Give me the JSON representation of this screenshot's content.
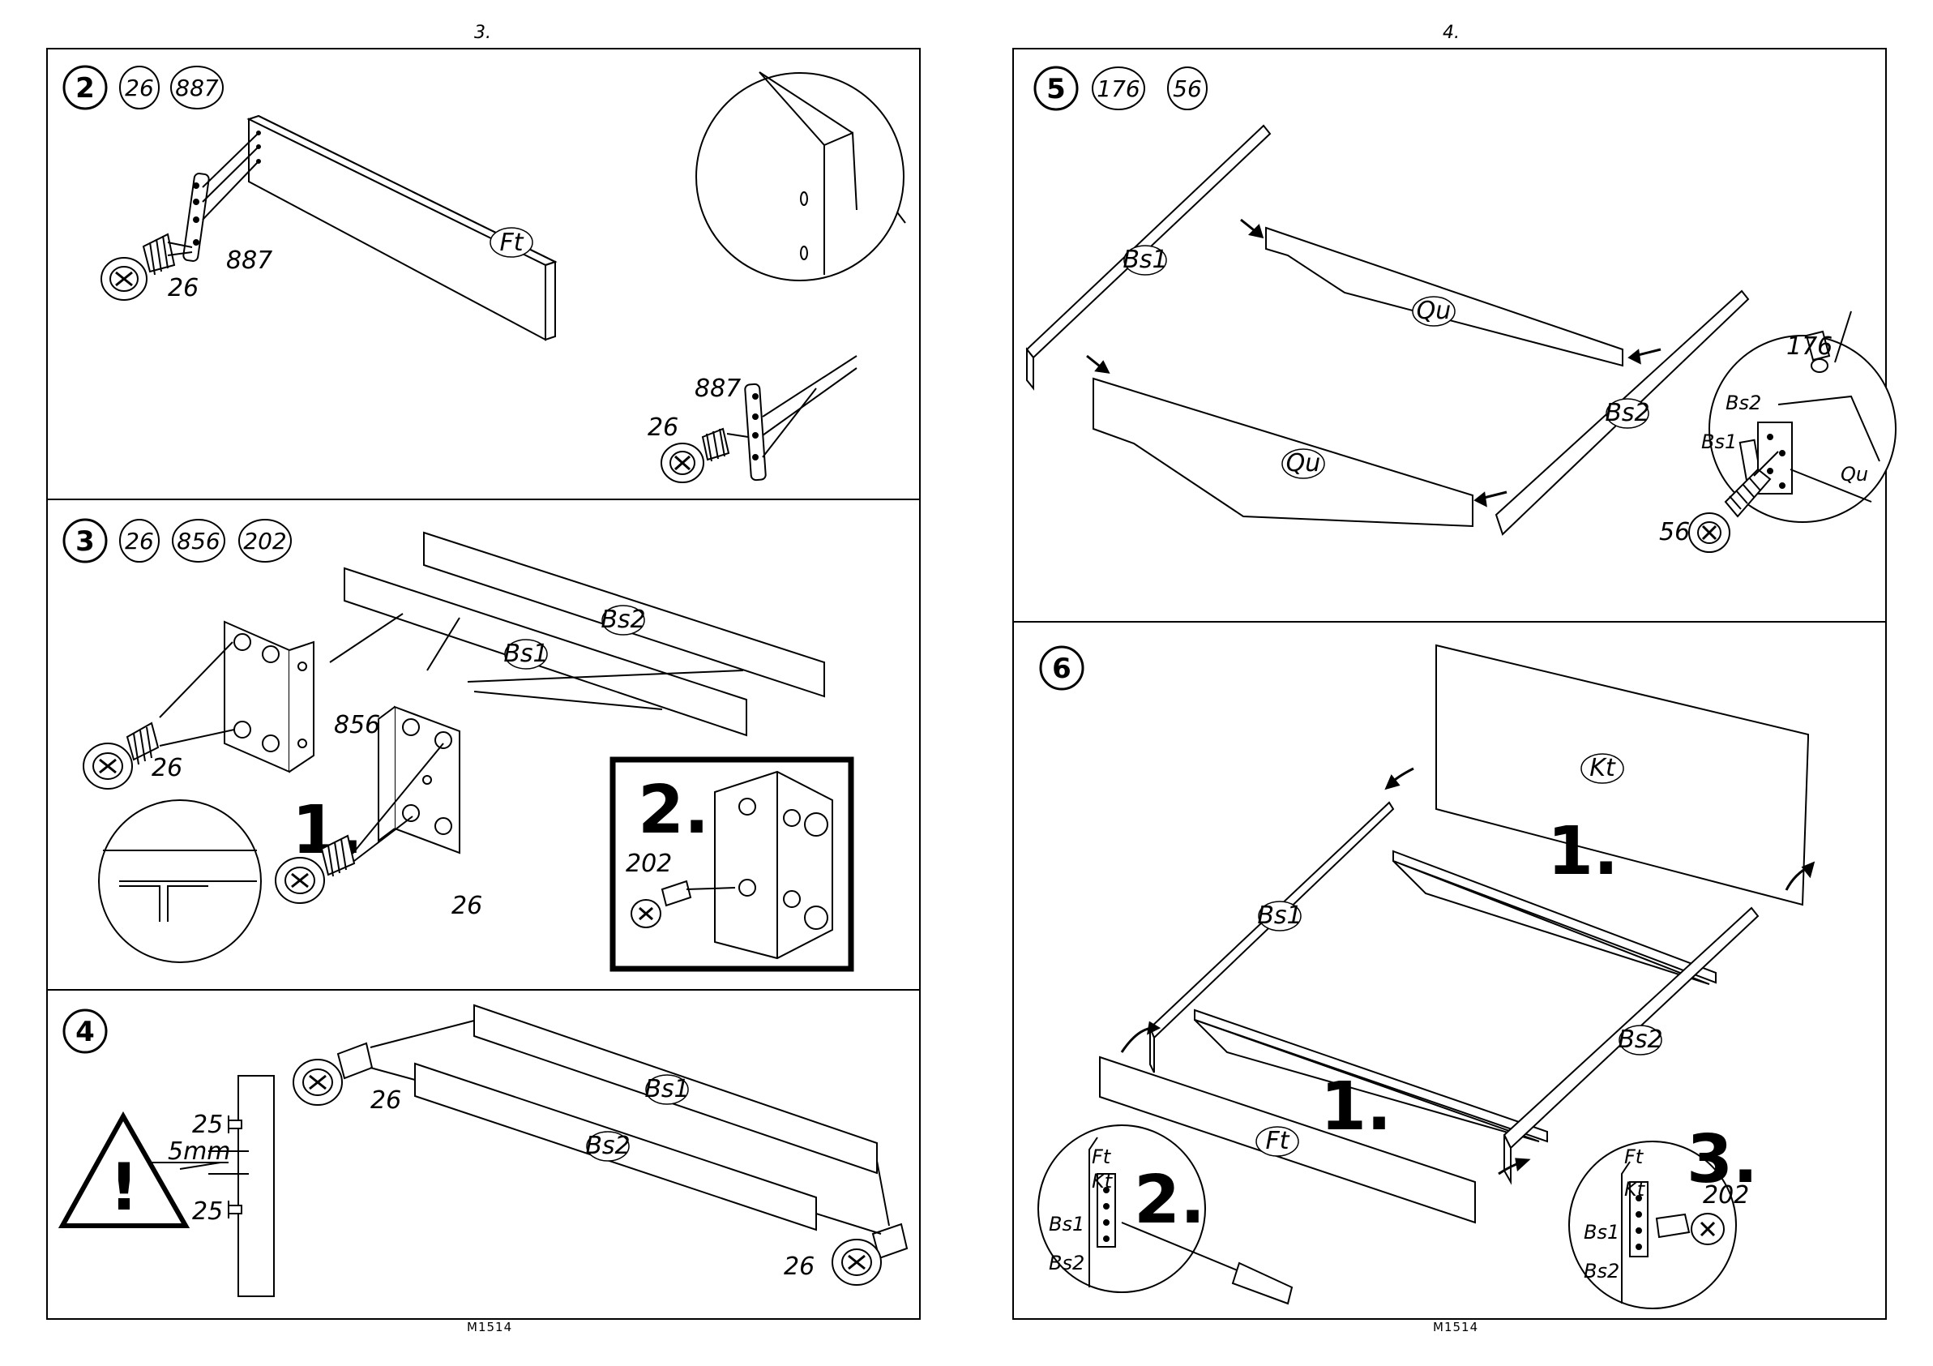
{
  "pages": [
    {
      "number": "3.",
      "footer": "M1514"
    },
    {
      "number": "4.",
      "footer": "M1514"
    }
  ],
  "steps": [
    {
      "id": "2",
      "parts": [
        "26",
        "887"
      ],
      "callouts": {
        "screw": "26",
        "bracket": "887",
        "panel": "Ft",
        "bracket2": "887",
        "screw2": "26"
      }
    },
    {
      "id": "3",
      "parts": [
        "26",
        "856",
        "202"
      ],
      "callouts": {
        "screw": "26",
        "bracket": "856",
        "screw2": "26",
        "panel_a": "Bs2",
        "panel_b": "Bs1",
        "order1": "1.",
        "order2": "2.",
        "small_screw": "202"
      }
    },
    {
      "id": "4",
      "parts": [],
      "callouts": {
        "bolt_top": "25",
        "bolt_bottom": "25",
        "gap": "5mm",
        "screw": "26",
        "screw2": "26",
        "panel_a": "Bs1",
        "panel_b": "Bs2",
        "warning": "!"
      }
    },
    {
      "id": "5",
      "parts": [
        "176",
        "56"
      ],
      "callouts": {
        "panel_left": "Bs1",
        "panel_right": "Bs2",
        "cross_top": "Qu",
        "cross_bottom": "Qu",
        "pin": "176",
        "bolt": "56",
        "detail_bs2": "Bs2",
        "detail_bs1": "Bs1",
        "detail_qu": "Qu"
      }
    },
    {
      "id": "6",
      "parts": [],
      "callouts": {
        "head": "Kt",
        "left": "Bs1",
        "right": "Bs2",
        "foot": "Ft",
        "order1a": "1.",
        "order1b": "1.",
        "order2": "2.",
        "order3": "3.",
        "d2_ft": "Ft",
        "d2_kt": "Kt",
        "d2_bs1": "Bs1",
        "d2_bs2": "Bs2",
        "d3_ft": "Ft",
        "d3_kt": "Kt",
        "d3_bs1": "Bs1",
        "d3_bs2": "Bs2",
        "d3_screw": "202"
      }
    }
  ]
}
